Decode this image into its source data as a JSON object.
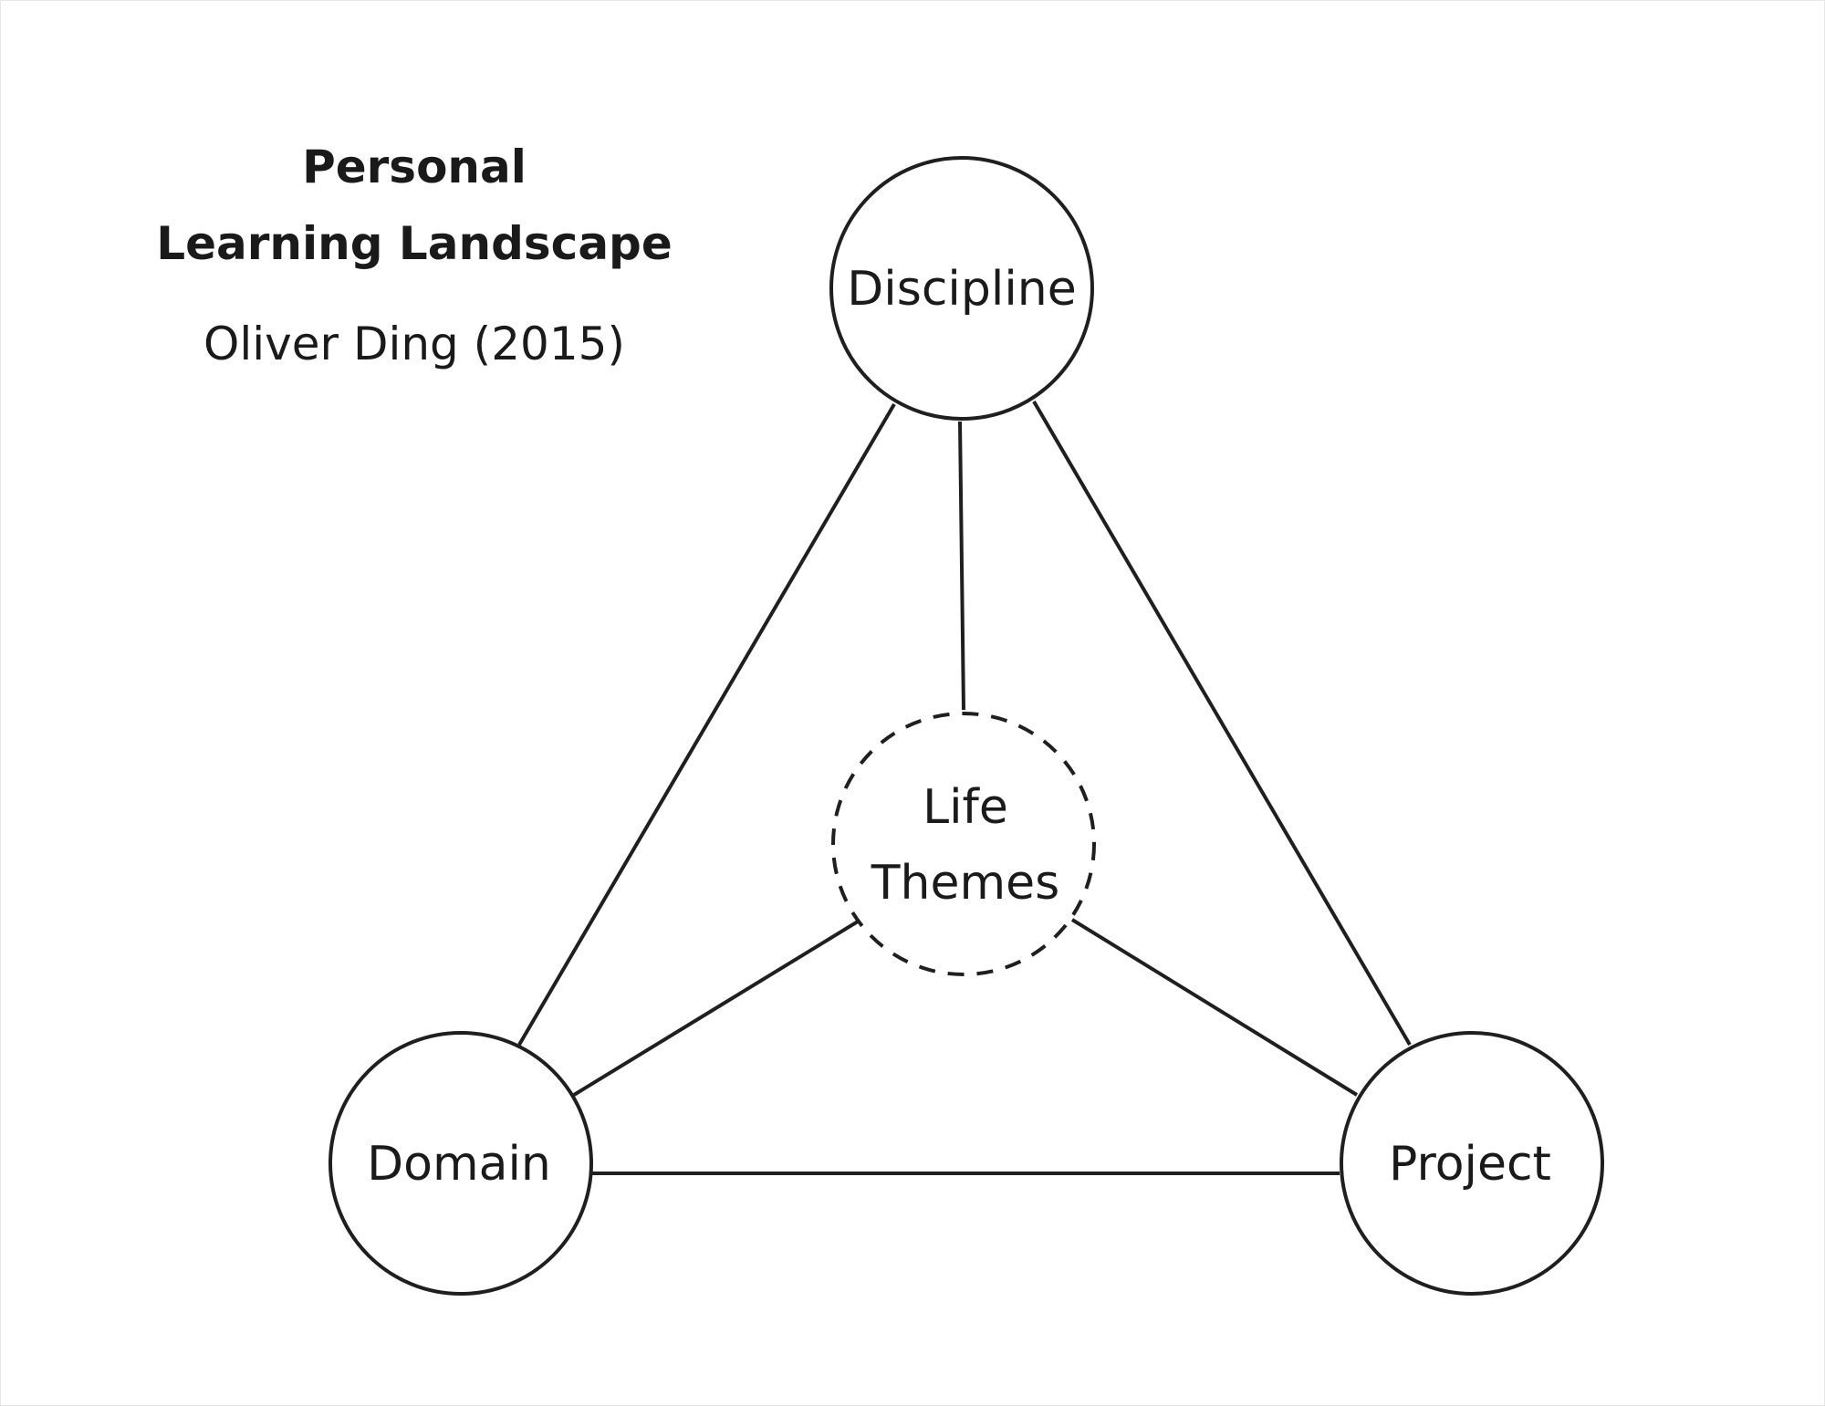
{
  "title": {
    "line1": "Personal",
    "line2": "Learning Landscape",
    "author": "Oliver Ding (2015)"
  },
  "nodes": {
    "discipline": "Discipline",
    "domain": "Domain",
    "project": "Project",
    "life_themes_line1": "Life",
    "life_themes_line2": "Themes"
  },
  "colors": {
    "stroke": "#1f1f1f",
    "text": "#1a1a1a",
    "background": "#ffffff"
  }
}
